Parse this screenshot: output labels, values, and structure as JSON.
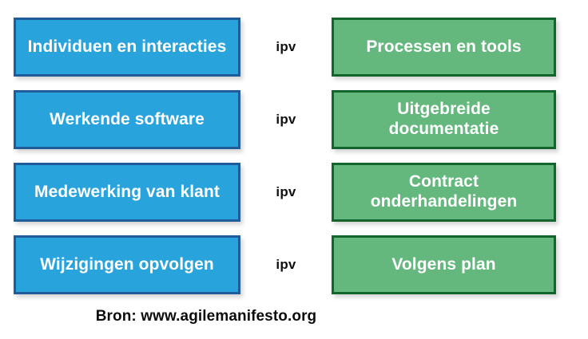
{
  "slide": {
    "background_color": "#ffffff",
    "separator_label": "ipv",
    "colors": {
      "left_fill": "#29A3DC",
      "left_border": "#1F5C99",
      "right_fill": "#64B87E",
      "right_border": "#14642E",
      "box_text": "#ffffff",
      "body_text": "#111111"
    },
    "rows": [
      {
        "left": "Individuen en interacties",
        "separator": "ipv",
        "right": "Processen en tools"
      },
      {
        "left": "Werkende software",
        "separator": "ipv",
        "right": "Uitgebreide documentatie"
      },
      {
        "left": "Medewerking van klant",
        "separator": "ipv",
        "right": "Contract onderhandelingen"
      },
      {
        "left": "Wijzigingen opvolgen",
        "separator": "ipv",
        "right": "Volgens plan"
      }
    ],
    "source": "Bron: www.agilemanifesto.org"
  }
}
